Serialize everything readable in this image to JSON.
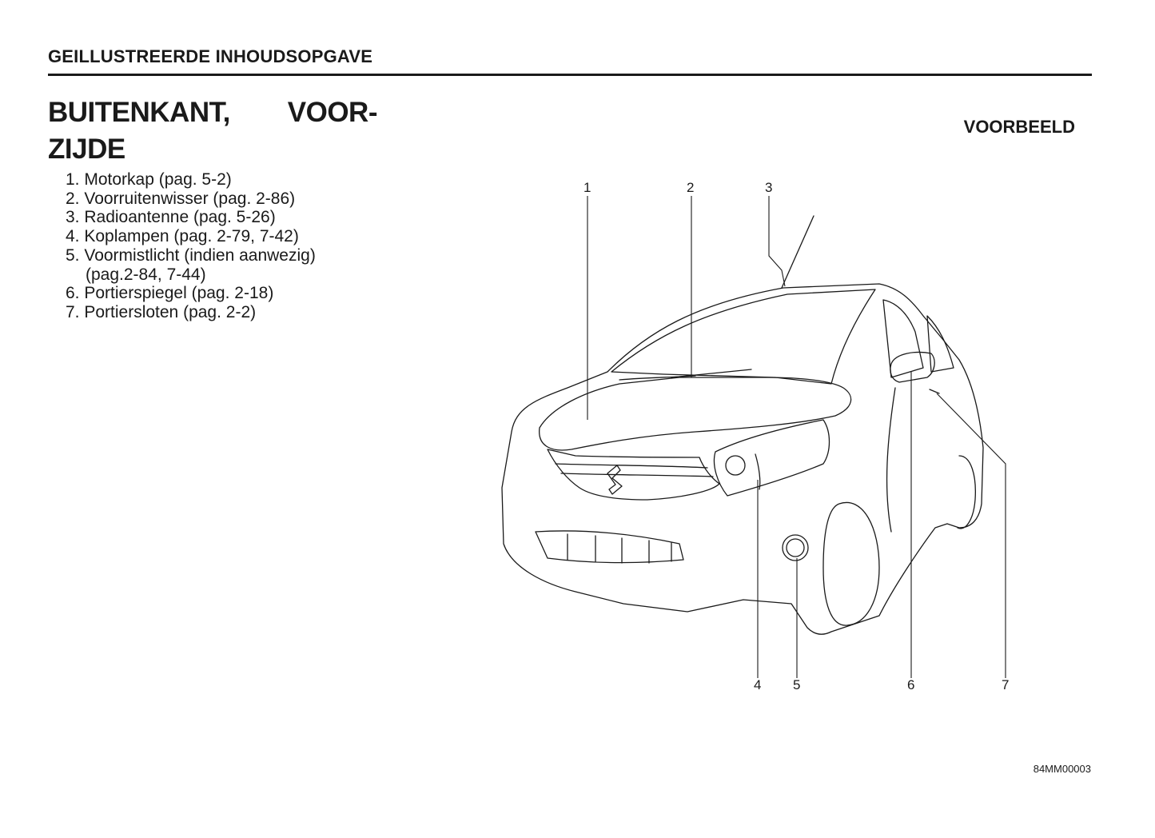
{
  "header": {
    "section_title": "GEILLUSTREERDE INHOUDSOPGAVE"
  },
  "page": {
    "title_line1_left": "BUITENKANT,",
    "title_line1_right": "VOOR-",
    "title_line2": "ZIJDE",
    "example_label": "VOORBEELD",
    "figure_code": "84MM00003"
  },
  "items": [
    {
      "text": "1. Motorkap (pag. 5-2)"
    },
    {
      "text": "2. Voorruitenwisser (pag. 2-86)"
    },
    {
      "text": "3. Radioantenne (pag. 5-26)"
    },
    {
      "text": "4. Koplampen (pag. 2-79, 7-42)"
    },
    {
      "text": "5. Voormistlicht (indien aanwezig)"
    },
    {
      "text": "(pag.2-84, 7-44)"
    },
    {
      "text": "6. Portierspiegel (pag. 2-18)"
    },
    {
      "text": "7. Portiersloten (pag. 2-2)"
    }
  ],
  "callouts": [
    "1",
    "2",
    "3",
    "4",
    "5",
    "6",
    "7"
  ]
}
